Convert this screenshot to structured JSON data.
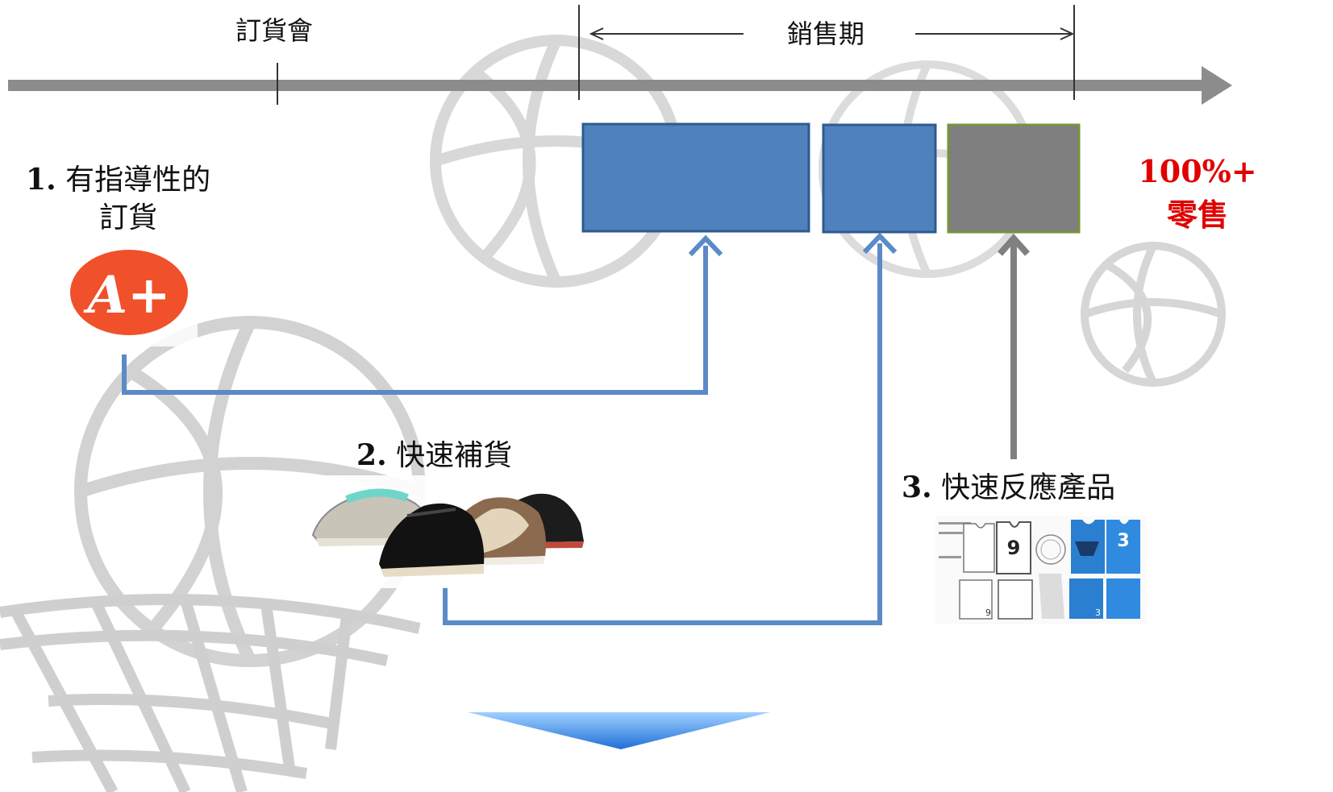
{
  "timeline": {
    "order_meeting": "訂貨會",
    "sales_period": "銷售期"
  },
  "steps": [
    {
      "number": "1",
      "text_line1": "有指導性的",
      "text_line2": "訂貨"
    },
    {
      "number": "2",
      "text": "快速補貨"
    },
    {
      "number": "3",
      "text": "快速反應產品"
    }
  ],
  "logo": {
    "text": "A+"
  },
  "retail": {
    "line1": "100%+",
    "line2": "零售"
  },
  "jerseys": {
    "numbers": [
      "9",
      "9",
      "3",
      "3"
    ]
  },
  "colors": {
    "timeline_gray": "#8c8c8c",
    "block_blue": "#4f81bd",
    "block_gray": "#7f7f7f",
    "gray_block_border": "#77933c",
    "retail_red": "#e00000",
    "logo_orange": "#f0502a",
    "bottom_arrow_blue": "#2e86e8"
  }
}
